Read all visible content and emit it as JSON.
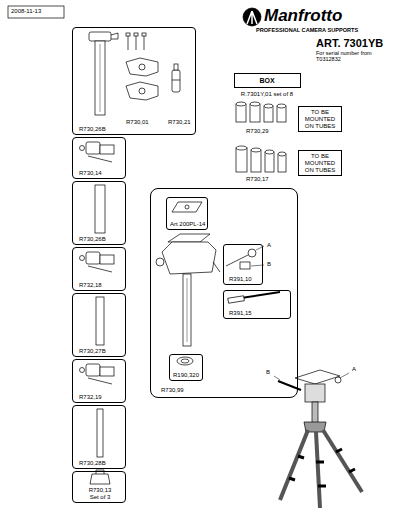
{
  "diagram": {
    "title": "ART. 7301YB",
    "nodes": [
      {
        "text": [
          "BOX",
          "R.7301Y,01 set of 8"
        ]
      },
      {
        "text": [
          "TO BE MOUNTED ON TUBES"
        ]
      },
      {
        "text": [
          "TO BE MOUNTED ON TUBES"
        ]
      },
      {
        "text": [
          "R730,26B",
          "R730,01",
          "R730,21"
        ]
      },
      {
        "text": [
          "R730,14"
        ]
      },
      {
        "text": [
          "R730,26B"
        ]
      },
      {
        "text": [
          "R732,18"
        ]
      },
      {
        "text": [
          "R730,27B"
        ]
      },
      {
        "text": [
          "R732,19"
        ]
      },
      {
        "text": [
          "R730,28B"
        ]
      },
      {
        "text": [
          "R730,13 Set of 3"
        ]
      },
      {
        "text": [
          "R730,99"
        ]
      },
      {
        "text": [
          "Art 200PL-14"
        ],
        "in": 11
      },
      {
        "text": [
          "R391,10"
        ],
        "in": 11
      },
      {
        "text": [
          "R391,15"
        ],
        "in": 11
      },
      {
        "text": [
          "R190,320"
        ],
        "in": 11
      }
    ],
    "labels": [
      "2008-11-13",
      "Manfrotto",
      "PROFESSIONAL CAMERA SUPPORTS",
      "For serial number from T0312832",
      "R730,29",
      "R730,17",
      "A",
      "B",
      "B",
      "A"
    ]
  }
}
